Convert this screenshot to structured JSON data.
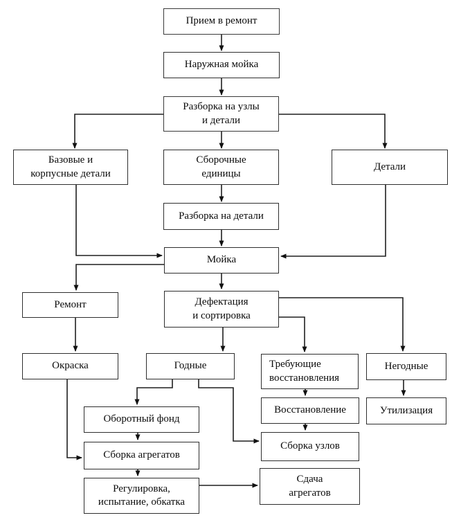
{
  "diagram": {
    "type": "flowchart",
    "language": "ru",
    "background_color": "#ffffff",
    "box_fill_color": "#ffffff",
    "box_border_color": "#2e2e2e",
    "line_color": "#1f1f1f",
    "text_color": "#0a0a0a",
    "nodes": {
      "priem": {
        "label": "Прием в ремонт"
      },
      "naruzh": {
        "label": "Наружная мойка"
      },
      "razb_uzly": {
        "label": "Разборка на узлы\nи детали"
      },
      "bazovye": {
        "label": "Базовые и\nкорпусные детали"
      },
      "sboroch": {
        "label": "Сборочные\nединицы"
      },
      "detali": {
        "label": "Детали"
      },
      "razb_detali": {
        "label": "Разборка на детали"
      },
      "moyka": {
        "label": "Мойка"
      },
      "remont": {
        "label": "Ремонт"
      },
      "defekt": {
        "label": "Дефектация\nи сортировка"
      },
      "okraska": {
        "label": "Окраска"
      },
      "godnye": {
        "label": "Годные"
      },
      "trebuy": {
        "label": "Требующие\nвосстановления"
      },
      "negodn": {
        "label": "Негодные"
      },
      "oborot": {
        "label": "Оборотный фонд"
      },
      "vosstan": {
        "label": "Восстановление"
      },
      "utiliz": {
        "label": "Утилизация"
      },
      "sb_agr": {
        "label": "Сборка агрегатов"
      },
      "sb_uzl": {
        "label": "Сборка узлов"
      },
      "regul": {
        "label": "Регулировка,\nиспытание, обкатка"
      },
      "sdacha": {
        "label": "Сдача\nагрегатов"
      }
    },
    "edges": [
      {
        "from": "priem",
        "to": "naruzh"
      },
      {
        "from": "naruzh",
        "to": "razb_uzly"
      },
      {
        "from": "razb_uzly",
        "to": "bazovye"
      },
      {
        "from": "razb_uzly",
        "to": "sboroch"
      },
      {
        "from": "razb_uzly",
        "to": "detali"
      },
      {
        "from": "sboroch",
        "to": "razb_detali"
      },
      {
        "from": "razb_detali",
        "to": "moyka"
      },
      {
        "from": "bazovye",
        "to": "moyka"
      },
      {
        "from": "detali",
        "to": "moyka"
      },
      {
        "from": "moyka",
        "to": "remont"
      },
      {
        "from": "moyka",
        "to": "defekt"
      },
      {
        "from": "remont",
        "to": "okraska"
      },
      {
        "from": "defekt",
        "to": "godnye"
      },
      {
        "from": "defekt",
        "to": "trebuy"
      },
      {
        "from": "defekt",
        "to": "negodn"
      },
      {
        "from": "godnye",
        "to": "oborot"
      },
      {
        "from": "godnye",
        "to": "sb_uzl"
      },
      {
        "from": "trebuy",
        "to": "vosstan"
      },
      {
        "from": "negodn",
        "to": "utiliz"
      },
      {
        "from": "vosstan",
        "to": "sb_uzl"
      },
      {
        "from": "okraska",
        "to": "sb_agr"
      },
      {
        "from": "oborot",
        "to": "sb_agr"
      },
      {
        "from": "sb_agr",
        "to": "regul"
      },
      {
        "from": "regul",
        "to": "sdacha"
      }
    ]
  }
}
